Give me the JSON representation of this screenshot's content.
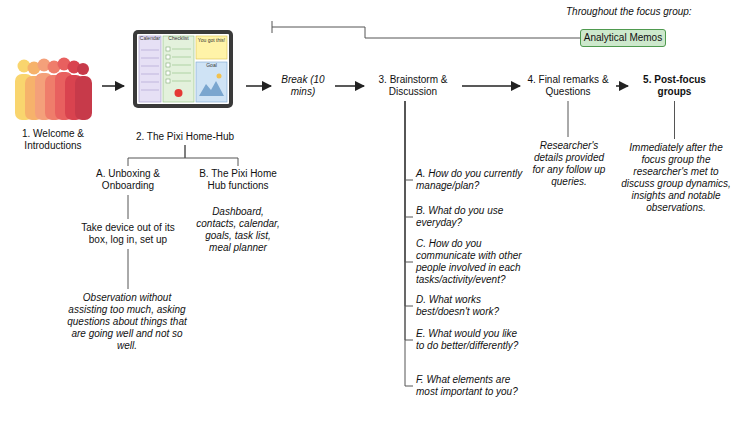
{
  "diagram": {
    "nodes": [
      {
        "text": [
          "1. Welcome & Introductions"
        ]
      },
      {
        "text": [
          "2. The Pixi Home-Hub"
        ]
      },
      {
        "text": [
          "A. Unboxing & Onboarding"
        ]
      },
      {
        "text": [
          "B. The Pixi Home Hub functions"
        ]
      },
      {
        "text": [
          "Take device out of its box, log in, set up"
        ]
      },
      {
        "text": [
          "Observation without assisting too much, asking questions about things that are going well and not so well."
        ]
      },
      {
        "text": [
          "Dashboard, contacts, calendar, goals, task list, meal planner"
        ]
      },
      {
        "text": [
          "Break (10 mins)"
        ]
      },
      {
        "text": [
          "3. Brainstorm & Discussion"
        ]
      },
      {
        "text": [
          "A. How do you currently manage/plan?"
        ]
      },
      {
        "text": [
          "B. What do you use everyday?"
        ]
      },
      {
        "text": [
          "C. How do you communicate with other people involved in each tasks/activity/event?"
        ]
      },
      {
        "text": [
          "D. What works best/doesn't work?"
        ]
      },
      {
        "text": [
          "E. What would you like to do better/differently?"
        ]
      },
      {
        "text": [
          "F. What elements are most important to you?"
        ]
      },
      {
        "text": [
          "4. Final remarks & Questions"
        ]
      },
      {
        "text": [
          "Researcher's details provided for any follow up queries."
        ]
      },
      {
        "text": [
          "5. Post-focus groups"
        ]
      },
      {
        "text": [
          "Immediately after the focus group the researcher's met to discuss group dynamics, insights and notable observations."
        ]
      },
      {
        "text": [
          "Analytical Memos"
        ]
      }
    ],
    "edges": [
      {
        "from": 0,
        "to": 1,
        "arrow": "to"
      },
      {
        "from": 1,
        "to": 7,
        "arrow": "to"
      },
      {
        "from": 7,
        "to": 8,
        "arrow": "to"
      },
      {
        "from": 8,
        "to": 15,
        "arrow": "to"
      },
      {
        "from": 15,
        "to": 17,
        "arrow": "to"
      },
      {
        "from": 1,
        "to": 2,
        "arrow": "none"
      },
      {
        "from": 1,
        "to": 3,
        "arrow": "none"
      },
      {
        "from": 2,
        "to": 4,
        "arrow": "none"
      },
      {
        "from": 4,
        "to": 5,
        "arrow": "none"
      },
      {
        "from": 8,
        "to": 9,
        "arrow": "none"
      },
      {
        "from": 8,
        "to": 10,
        "arrow": "none"
      },
      {
        "from": 8,
        "to": 11,
        "arrow": "none"
      },
      {
        "from": 8,
        "to": 12,
        "arrow": "none"
      },
      {
        "from": 8,
        "to": 13,
        "arrow": "none"
      },
      {
        "from": 8,
        "to": 14,
        "arrow": "none"
      },
      {
        "from": 15,
        "to": 16,
        "arrow": "none"
      },
      {
        "from": 17,
        "to": 18,
        "arrow": "none"
      }
    ],
    "labels": [
      "Throughout the focus group:",
      "Calendar",
      "Checklist",
      "You got this!",
      "Goal"
    ]
  }
}
